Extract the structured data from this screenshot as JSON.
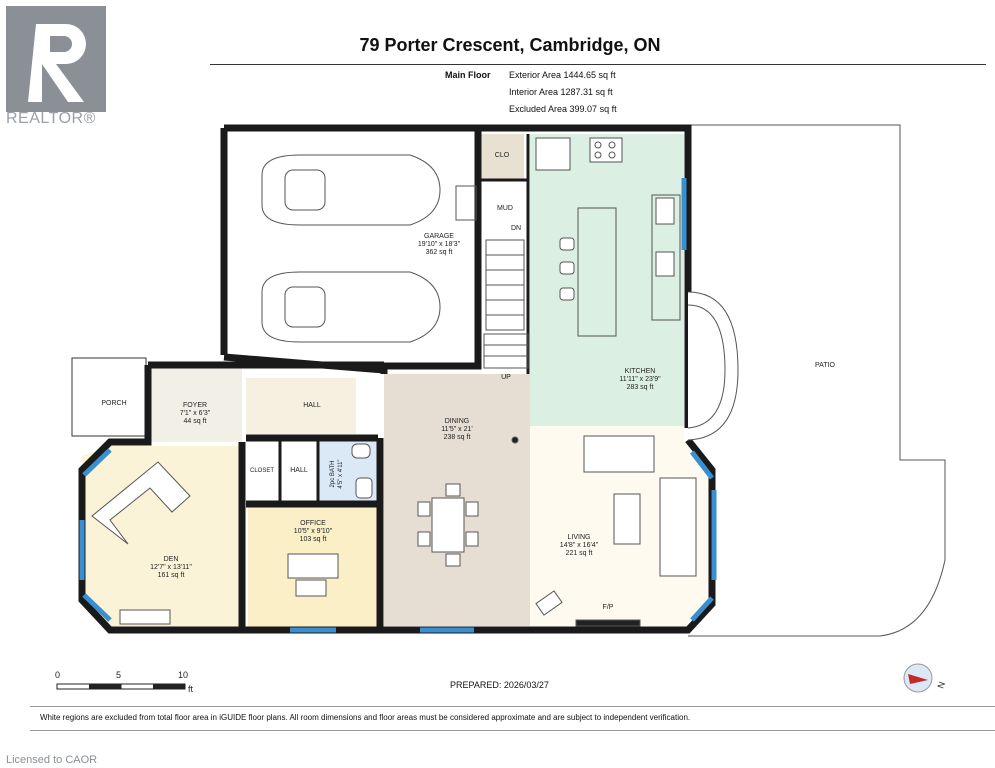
{
  "brand": {
    "logo_text": "REALTOR®",
    "logo_color": "#8a9096"
  },
  "title": "79 Porter Crescent, Cambridge, ON",
  "areas": {
    "floor_name": "Main Floor",
    "exterior": "Exterior Area 1444.65 sq ft",
    "interior": "Interior Area 1287.31 sq ft",
    "excluded": "Excluded Area 399.07 sq ft"
  },
  "rooms": {
    "garage": {
      "name": "GARAGE",
      "dims": "19'10\" x 18'3\"",
      "area": "362 sq ft"
    },
    "clo": {
      "name": "CLO"
    },
    "mud": {
      "name": "MUD"
    },
    "dn": {
      "name": "DN"
    },
    "up": {
      "name": "UP"
    },
    "kitchen": {
      "name": "KITCHEN",
      "dims": "11'11\" x 23'9\"",
      "area": "283 sq ft"
    },
    "patio": {
      "name": "PATIO"
    },
    "porch": {
      "name": "PORCH"
    },
    "foyer": {
      "name": "FOYER",
      "dims": "7'1\" x 6'3\"",
      "area": "44 sq ft"
    },
    "hall1": {
      "name": "HALL"
    },
    "hall2": {
      "name": "HALL"
    },
    "closet": {
      "name": "CLOSET"
    },
    "bath": {
      "name": "2pc BATH",
      "dims": "4'5\" x 4'11\""
    },
    "dining": {
      "name": "DINING",
      "dims": "11'5\" x 21'",
      "area": "238 sq ft"
    },
    "den": {
      "name": "DEN",
      "dims": "12'7\" x 13'11\"",
      "area": "161 sq ft"
    },
    "office": {
      "name": "OFFICE",
      "dims": "10'5\" x 9'10\"",
      "area": "103 sq ft"
    },
    "living": {
      "name": "LIVING",
      "dims": "14'8\" x 16'4\"",
      "area": "221 sq ft"
    },
    "fp": {
      "name": "F/P"
    }
  },
  "scale": {
    "t0": "0",
    "t5": "5",
    "t10": "10",
    "unit": "ft"
  },
  "prepared": "PREPARED: 2026/03/27",
  "compass_label": "N",
  "footnote": "White regions are excluded from total floor area in iGUIDE floor plans. All room dimensions and floor areas must be considered approximate and are subject to independent verification.",
  "licensed": "Licensed to CAOR",
  "colors": {
    "kitchen": "#dcefe3",
    "dining": "#e6ded2",
    "den": "#fbf3d8",
    "office": "#fbefc7",
    "bath": "#dbe8f6",
    "hall": "#f5f0e0",
    "wall": "#1a1a1a",
    "window": "#3a8fd0"
  }
}
